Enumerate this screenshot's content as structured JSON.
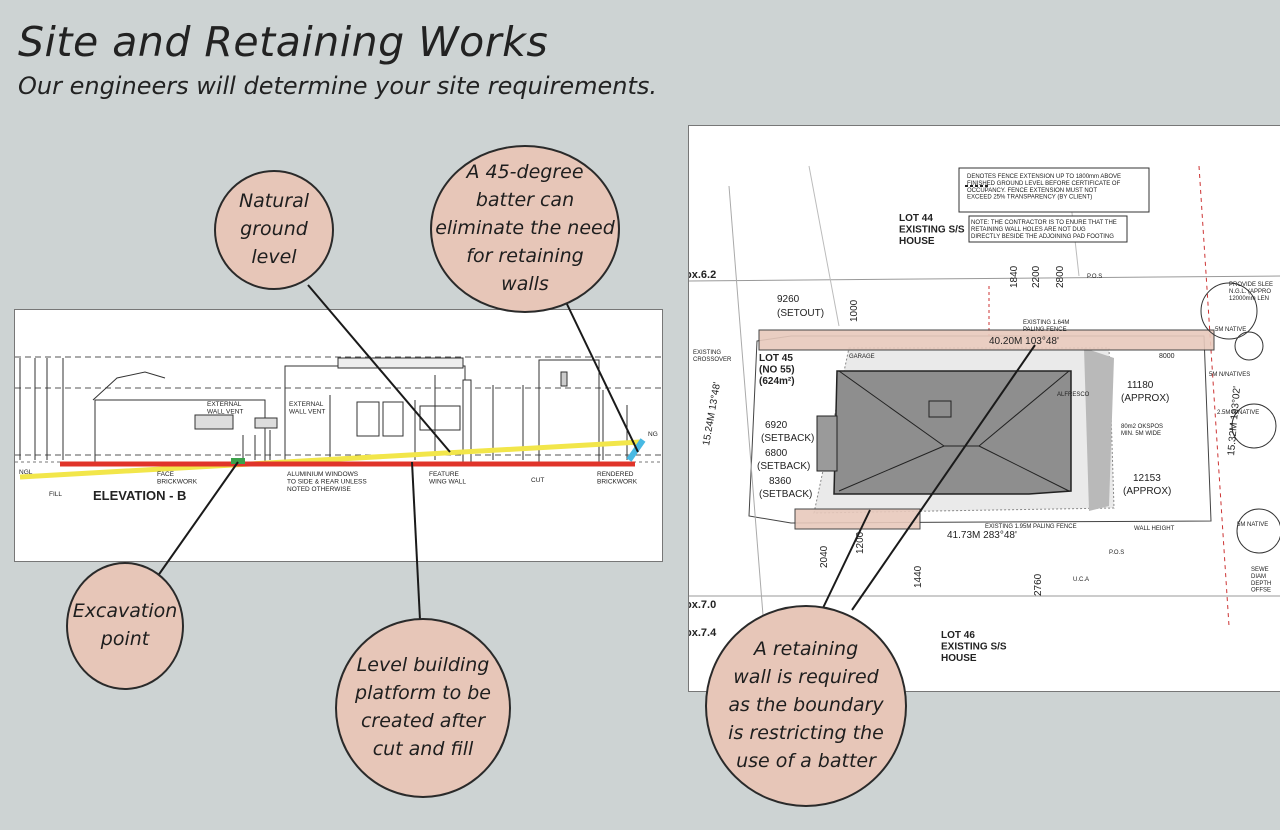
{
  "header": {
    "title": "Site and Retaining Works",
    "subtitle": "Our engineers will determine your site requirements."
  },
  "callouts": {
    "natural_ground": "Natural\nground\nlevel",
    "batter": "A 45-degree\nbatter can\neliminate the need\nfor retaining\nwalls",
    "excavation": "Excavation\npoint",
    "level_platform": "Level building\nplatform to be\ncreated after\ncut and fill",
    "retaining_wall": "A retaining\nwall is required\nas the boundary\nis restricting the\nuse of a batter"
  },
  "elevation": {
    "title": "ELEVATION - B",
    "labels": {
      "ngl_left": "NGL",
      "ngl_right": "NG",
      "fill": "FILL",
      "cut": "CUT",
      "external_vent_1": "EXTERNAL\nWALL VENT",
      "external_vent_2": "EXTERNAL\nWALL VENT",
      "face_brickwork": "FACE\nBRICKWORK",
      "aluminium_windows": "ALUMINIUM WINDOWS\nTO SIDE & REAR UNLESS\nNOTED OTHERWISE",
      "feature_wing_wall": "FEATURE\nWING WALL",
      "rendered_brickwork": "RENDERED\nBRICKWORK"
    },
    "line_colors": {
      "natural_ground": "#f2e64a",
      "cut_fill": "#e0342a",
      "excavation": "#3aa14a",
      "batter": "#47b9e3"
    }
  },
  "plan": {
    "lot44": "LOT 44\nEXISTING S/S\nHOUSE",
    "lot45": "LOT 45\n(NO 55)\n(624m²)",
    "lot46": "LOT 46\nEXISTING S/S\nHOUSE",
    "boundary_top": "40.20M 103°48'",
    "boundary_bottom": "41.73M 283°48'",
    "boundary_left": "15.24M 13°48'",
    "boundary_right": "15.32M 193°02'",
    "legend": "DENOTES FENCE EXTENSION UP TO 1800mm ABOVE\nFINISHED GROUND LEVEL BEFORE CERTIFICATE OF\nOCCUPANCY. FENCE EXTENSION MUST NOT\nEXCEED 25% TRANSPARENCY (BY CLIENT)",
    "note": "NOTE: THE CONTRACTOR IS TO ENURE THAT THE\nRETAINING WALL HOLES ARE NOT DUG\nDIRECTLY BESIDE THE ADJOINING PAD FOOTING",
    "dims": {
      "d9260": "9260",
      "setout": "(SETOUT)",
      "d6920": "6920",
      "d6800": "6800",
      "d8360": "8360",
      "setback": "(SETBACK)",
      "d11180": "11180",
      "approx": "(APPROX)",
      "d12153": "12153",
      "d2040": "2040",
      "d1200": "1200",
      "d1440": "1440",
      "d2760": "2760",
      "d2200": "2200",
      "d2800": "2800",
      "d1840": "1840",
      "d1000": "1000",
      "d8000": "8000"
    },
    "markers": {
      "ox62": "ox.6.2",
      "ox70": "ox.7.0",
      "ox74": "ox.7.4"
    },
    "misc": {
      "garage": "GARAGE",
      "alfresco": "ALFRESCO",
      "existing_fence_top": "EXISTING 1.64M\nPALING FENCE",
      "existing_fence_bottom": "EXISTING 1.95M PALING FENCE",
      "wall_height": "WALL HEIGHT",
      "provide_sleeve": "PROVIDE SLEE\nN.G.L. (APPRO\n12000mm LEN",
      "native_top": "5M NATIVE",
      "native_right1": "5M N/NATIVES",
      "native_right2": "2.5M N/NATIVE",
      "native_right3": "5M NATIVE",
      "area": "80m2 OKSPOS\nMIN. 5M WIDE",
      "sewer": "SEWE\nDIAM\nDEPTH\nOFFSE",
      "existing_crossover": "EXISTING\nCROSSOVER",
      "pos": "P.O.S",
      "uca": "U.C.A"
    },
    "highlight_color": "#e8c9bc"
  }
}
